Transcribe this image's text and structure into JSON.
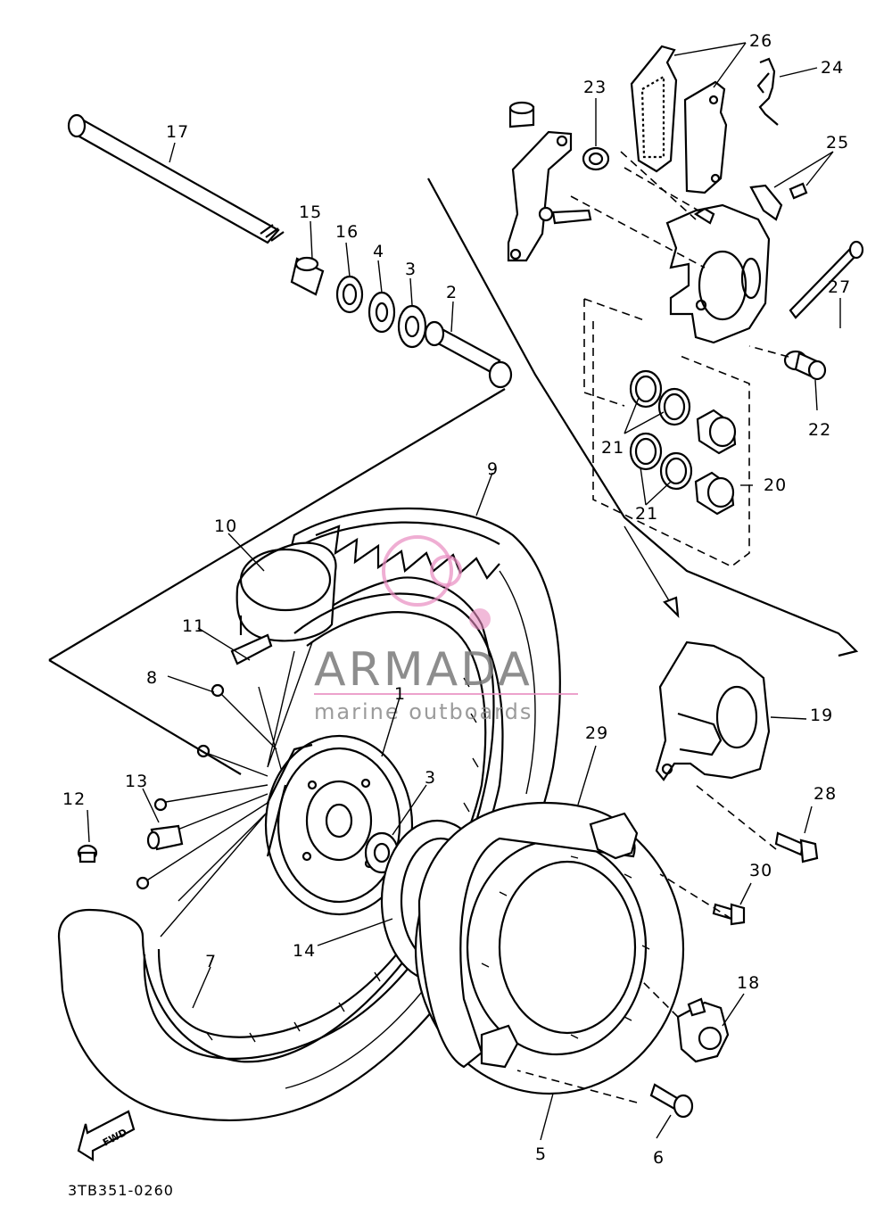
{
  "labels": {
    "p1": "1",
    "p2": "2",
    "p3a": "3",
    "p3b": "3",
    "p4": "4",
    "p5": "5",
    "p6": "6",
    "p7": "7",
    "p8": "8",
    "p9": "9",
    "p10": "10",
    "p11": "11",
    "p12": "12",
    "p13": "13",
    "p14": "14",
    "p15": "15",
    "p16": "16",
    "p17": "17",
    "p18": "18",
    "p19": "19",
    "p20": "20",
    "p21a": "21",
    "p21b": "21",
    "p22": "22",
    "p23": "23",
    "p24": "24",
    "p25": "25",
    "p26": "26",
    "p27": "27",
    "p28": "28",
    "p29": "29",
    "p30": "30"
  },
  "fwd_label": "FWD",
  "diagram_code": "3TB351-0260",
  "watermark": {
    "title": "ARMADA",
    "subtitle": "marine outboards",
    "accent_color": "#e88cc0",
    "text_color": "#7a7a7a"
  }
}
